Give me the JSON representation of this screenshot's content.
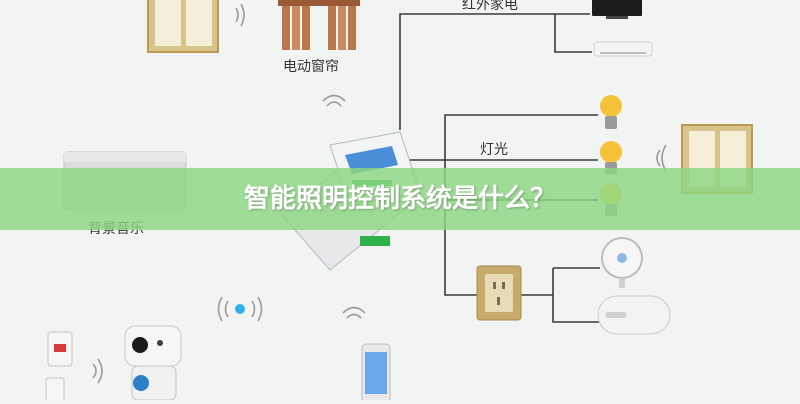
{
  "labels": {
    "ir_appliances": "红外家电",
    "curtain": "电动窗帘",
    "lights": "灯光",
    "music": "背景音乐"
  },
  "banner": {
    "title": "智能照明控制系统是什么？"
  },
  "colors": {
    "background": "#f2f4f4",
    "line": "#3a3a3a",
    "banner": "#8cd782",
    "bulb": "#f5c23a",
    "panel": "#c8ab6a",
    "curtain": "#b9774c"
  }
}
